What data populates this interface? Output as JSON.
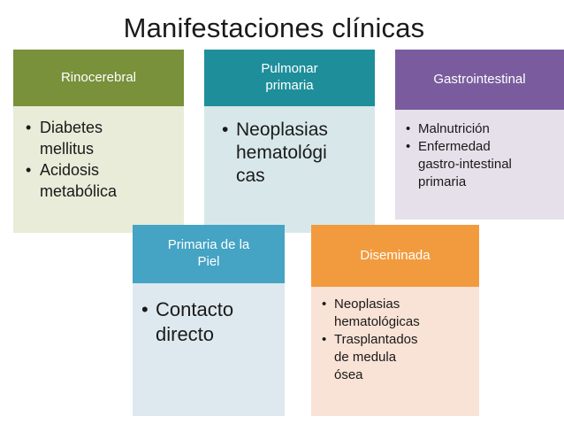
{
  "title": "Manifestaciones clínicas",
  "colors": {
    "rinocerebral": "#78913a",
    "pulmonar": "#1e8e9b",
    "gastrointestinal": "#7a5c9e",
    "piel": "#45a3c3",
    "diseminada": "#f29b3e"
  },
  "cards": [
    {
      "header_lines": [
        "Rinocerebral"
      ],
      "items": [
        [
          "Diabetes",
          "mellitus"
        ],
        [
          "Acidosis",
          "metabólica"
        ]
      ]
    },
    {
      "header_lines": [
        "Pulmonar",
        "primaria"
      ],
      "items": [
        [
          "Neoplasias",
          "hematológi",
          "cas"
        ]
      ]
    },
    {
      "header_lines": [
        "Gastrointestinal"
      ],
      "items": [
        [
          "Malnutrición"
        ],
        [
          "Enfermedad",
          "gastro-intestinal",
          "primaria"
        ]
      ]
    },
    {
      "header_lines": [
        "Primaria de la",
        "Piel"
      ],
      "items": [
        [
          "Contacto",
          "directo"
        ]
      ]
    },
    {
      "header_lines": [
        "Diseminada"
      ],
      "items": [
        [
          "Neoplasias",
          "hematológicas"
        ],
        [
          "Trasplantados",
          "de medula",
          "ósea"
        ]
      ]
    }
  ]
}
